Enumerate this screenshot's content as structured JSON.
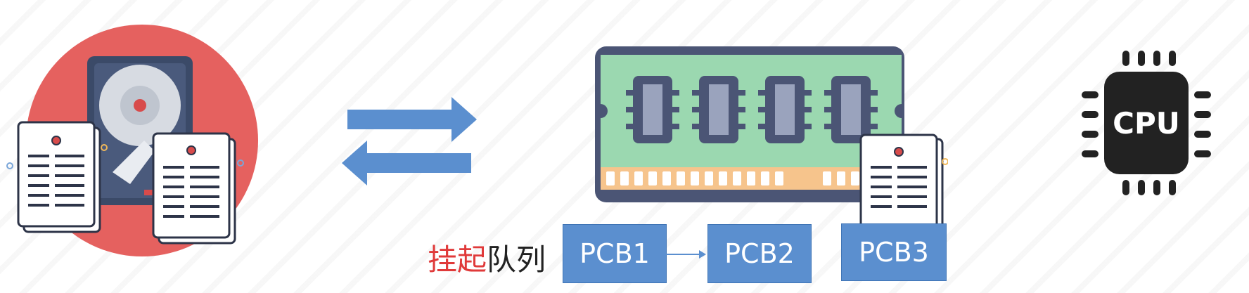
{
  "diagram": {
    "queue_label_highlight": "挂起",
    "queue_label_rest": "队列",
    "pcb_nodes": [
      "PCB1",
      "PCB2",
      "PCB3"
    ],
    "cpu_label": "CPU"
  },
  "icons": {
    "disk": "hard-disk-with-documents-icon",
    "memory": "ram-module-icon",
    "cpu": "cpu-chip-icon",
    "arrows": "swap-arrows-icon",
    "document": "document-icon"
  },
  "colors": {
    "pcb_fill": "#5b8fcf",
    "arrow_fill": "#5b8fcf",
    "disk_circle": "#e5615f",
    "ram_board": "#9bd8b0",
    "highlight_text": "#e03a3a"
  }
}
